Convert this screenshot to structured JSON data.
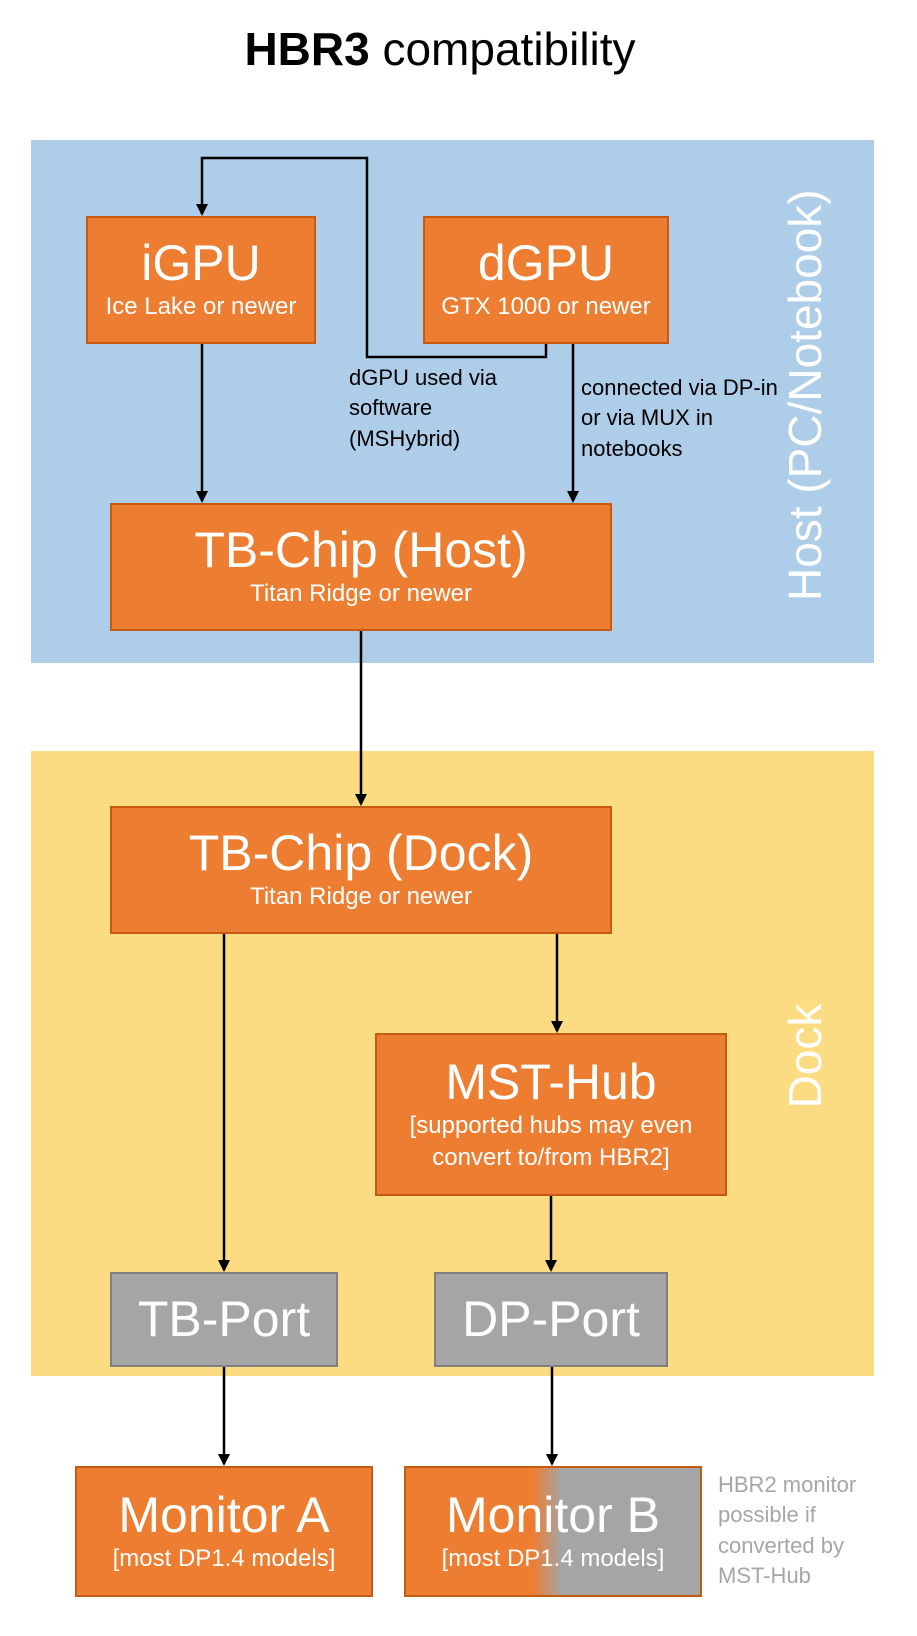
{
  "title": {
    "bold": "HBR3",
    "rest": " compatibility"
  },
  "regions": {
    "host": "Host (PC/Notebook)",
    "dock": "Dock"
  },
  "boxes": {
    "igpu": {
      "title": "iGPU",
      "subtitle": "Ice Lake or newer"
    },
    "dgpu": {
      "title": "dGPU",
      "subtitle": "GTX 1000 or newer"
    },
    "tb_host": {
      "title": "TB-Chip (Host)",
      "subtitle": "Titan Ridge or newer"
    },
    "tb_dock": {
      "title": "TB-Chip (Dock)",
      "subtitle": "Titan Ridge or newer"
    },
    "mst_hub": {
      "title": "MST-Hub",
      "subtitle_1": "[supported hubs may even",
      "subtitle_2": "convert to/from HBR2]"
    },
    "tb_port": {
      "title": "TB-Port"
    },
    "dp_port": {
      "title": "DP-Port"
    },
    "monitor_a": {
      "title": "Monitor A",
      "subtitle": "[most DP1.4 models]"
    },
    "monitor_b": {
      "title": "Monitor B",
      "subtitle": "[most DP1.4 models]"
    }
  },
  "notes": {
    "mshybrid": [
      "dGPU used via",
      "software",
      "(MSHybrid)"
    ],
    "dp_in": [
      "connected via DP-in",
      "or via MUX in",
      "notebooks"
    ],
    "hbr2": [
      "HBR2 monitor",
      "possible if",
      "converted by",
      "MST-Hub"
    ]
  },
  "colors": {
    "host_bg": "#aecde9",
    "dock_bg": "#fcdc82",
    "component": "#ed7d31",
    "component_border": "#c55a11",
    "port": "#a5a5a5",
    "port_border": "#7f7f7f",
    "note_grey": "#a6a6a6"
  }
}
